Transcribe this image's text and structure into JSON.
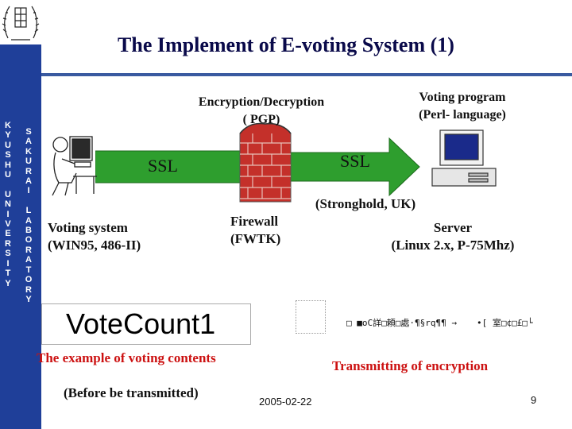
{
  "title": "The Implement of E-voting System (1)",
  "sidebar": {
    "col1": "K\nY\nU\nS\nH\nU\n\nU\nN\nI\nV\nE\nR\nS\nI\nT\nY",
    "col2": "S\nA\nK\nU\nR\nA\nI\n\nL\nA\nB\nO\nR\nA\nT\nO\nR\nY"
  },
  "labels": {
    "encryption": "Encryption/Decryption\n( PGP)",
    "voting_program": "Voting program\n(Perl- language)",
    "ssl_left": "SSL",
    "ssl_right": "SSL",
    "stronghold": "(Stronghold, UK)",
    "voting_system": "Voting system\n(WIN95, 486-II)",
    "firewall": "Firewall\n(FWTK)",
    "server": "Server\n(Linux 2.x, P-75Mhz)",
    "votecount": "VoteCount1",
    "garbled": "□ ■oC詳□頼□處·¶§rq¶¶ →",
    "garbled2": "•[ 室□¢□£□└",
    "example": "The example of voting contents",
    "before": "(Before be transmitted)",
    "transmitting": "Transmitting of encryption"
  },
  "footer": {
    "date": "2005-02-22",
    "page": "9"
  },
  "colors": {
    "sidebar": "#1f3f99",
    "arrow": "#2e9e2e",
    "red_text": "#cc1111",
    "brick": "#c4302a"
  }
}
